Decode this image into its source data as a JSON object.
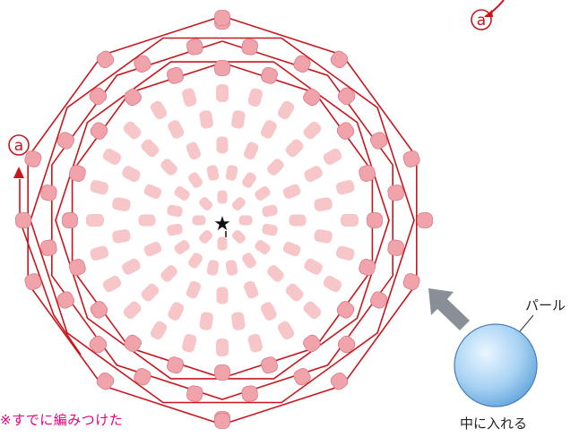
{
  "diagram": {
    "marker_a": "ⓐ",
    "center_symbol": "★",
    "pearl_label": "パール",
    "pearl_caption": "中に入れる",
    "note": "※すでに編みつけた",
    "colors": {
      "bead_fill": "#f4b3b8",
      "bead_fill_outer": "#f0a3aa",
      "bead_stroke": "#d97b86",
      "thread": "#c8161d",
      "arrow": "#8a8e97",
      "pearl_light": "#e6f4ff",
      "pearl_dark": "#6aaee3",
      "note_text": "#e6007e"
    }
  }
}
